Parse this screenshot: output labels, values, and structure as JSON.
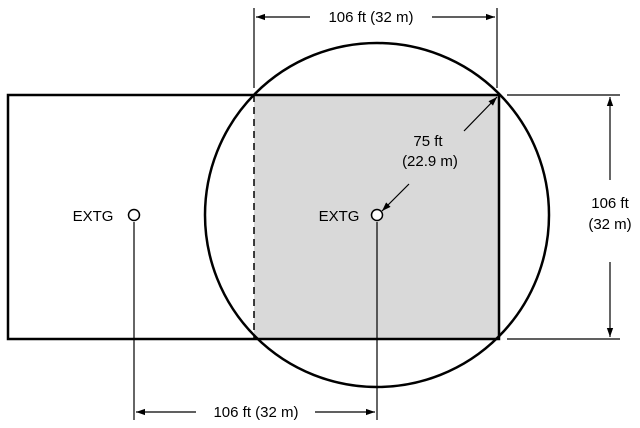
{
  "labels": {
    "top_dimension": "106 ft (32 m)",
    "bottom_dimension": "106 ft (32 m)",
    "right_dimension_line1": "106 ft",
    "right_dimension_line2": "(32 m)",
    "radius_line1": "75 ft",
    "radius_line2": "(22.9 m)",
    "extinguisher_left": "EXTG",
    "extinguisher_right": "EXTG"
  },
  "colors": {
    "covered_area_fill": "#d9d9d9",
    "line": "#000000"
  }
}
